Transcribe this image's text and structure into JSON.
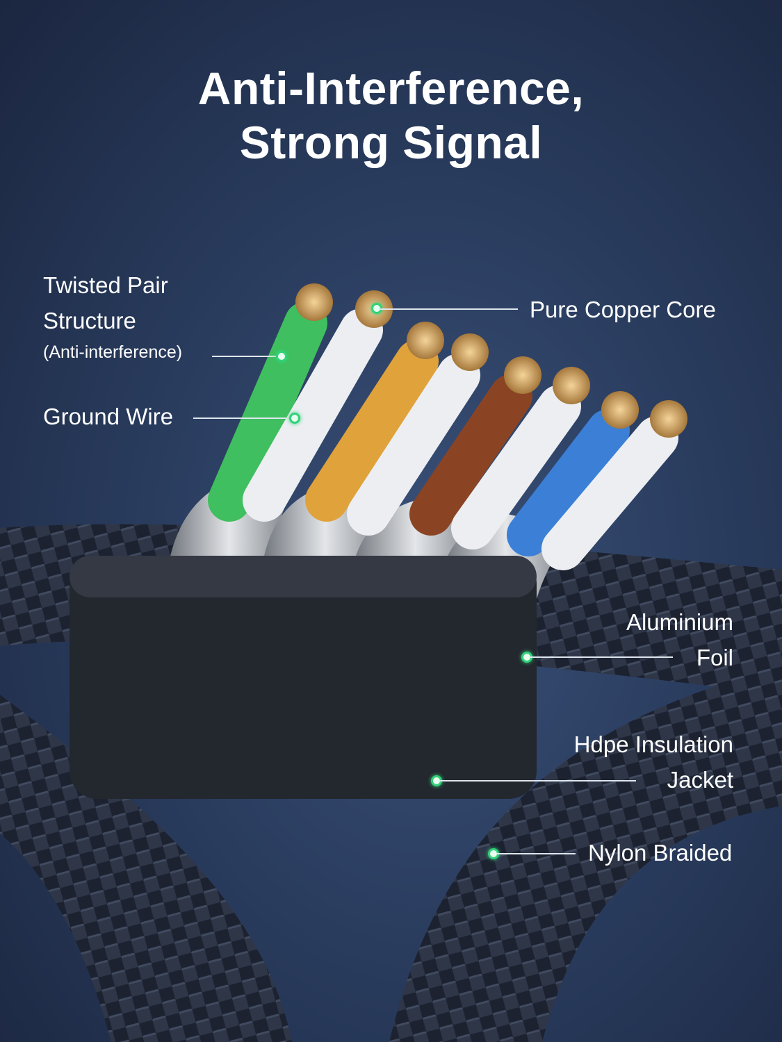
{
  "title": {
    "line1": "Anti-Interference,",
    "line2": "Strong Signal"
  },
  "labels": {
    "twisted_pair": {
      "line1": "Twisted Pair",
      "line2": "Structure",
      "note": "(Anti-interference)"
    },
    "ground_wire": "Ground Wire",
    "copper_core": "Pure Copper Core",
    "aluminium_foil": {
      "line1": "Aluminium",
      "line2": "Foil"
    },
    "hdpe": {
      "line1": "Hdpe Insulation",
      "line2": "Jacket"
    },
    "nylon": "Nylon Braided"
  },
  "colors": {
    "accent_dot": "#33d17a",
    "wire_colors": [
      "#3fbf5f",
      "#f0f0f2",
      "#e0a23a",
      "#f0f0f2",
      "#8a4424",
      "#f0f0f2",
      "#3b7fd6",
      "#f0f0f2"
    ]
  }
}
